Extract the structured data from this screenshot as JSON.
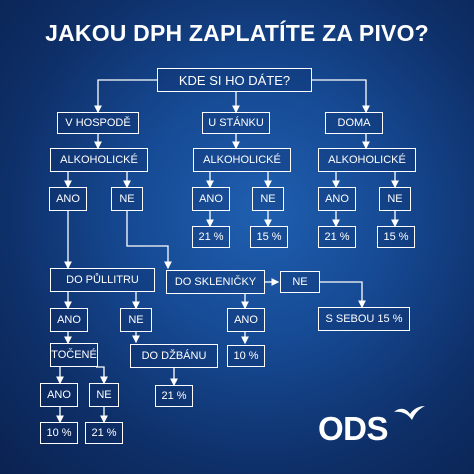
{
  "title": "JAKOU DPH ZAPLATÍTE ZA PIVO?",
  "question": "KDE SI HO DÁTE?",
  "locations": {
    "pub": "V HOSPODĚ",
    "stand": "U STÁNKU",
    "home": "DOMA"
  },
  "alcoholic": "ALKOHOLICKÉ",
  "yes": "ANO",
  "no": "NE",
  "rates": {
    "r21": "21 %",
    "r15": "15 %",
    "r10": "10 %"
  },
  "pub_branch": {
    "half_liter": "DO PŮLLITRU",
    "glass": "DO SKLENIČKY",
    "draft": "TOČENÉ",
    "jug": "DO DŽBÁNU",
    "takeaway": "S SEBOU 15 %"
  },
  "logo": "ODS",
  "colors": {
    "background": "#164a94",
    "line": "#ffffff"
  }
}
